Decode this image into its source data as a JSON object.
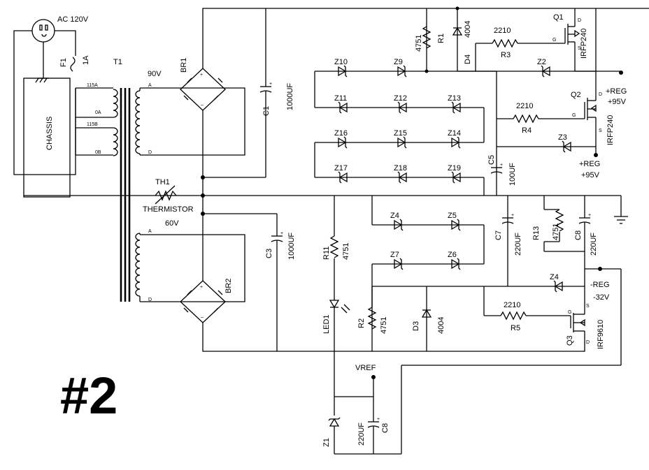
{
  "page_number": "#2",
  "input": {
    "ac_label": "AC 120V",
    "chassis_label": "CHASSIS",
    "fuse_label": "F1",
    "fuse_rating": "1A"
  },
  "transformer": {
    "label": "T1",
    "tap_115a": "115A",
    "tap_0a": "0A",
    "tap_115b": "115B",
    "tap_0b": "0B",
    "sec1_voltage": "90V",
    "sec2_voltage": "60V",
    "pin_a": "A",
    "pin_d": "D"
  },
  "bridges": {
    "br1": "BR1",
    "br2": "BR2",
    "plus": "+",
    "minus": "–"
  },
  "thermistor": {
    "ref": "TH1",
    "name": "THERMISTOR"
  },
  "capacitors": {
    "c1": {
      "ref": "C1",
      "value": "1000UF"
    },
    "c3": {
      "ref": "C3",
      "value": "1000UF"
    },
    "c5": {
      "ref": "C5",
      "value": "100UF"
    },
    "c7": {
      "ref": "C7",
      "value": "220UF"
    },
    "c8a": {
      "ref": "C8",
      "value": "220UF"
    },
    "c8b": {
      "ref": "C8",
      "value": "220UF"
    }
  },
  "resistors": {
    "r1": {
      "ref": "R1",
      "value": "4751"
    },
    "r3": {
      "ref": "R3",
      "value": "2210"
    },
    "r4": {
      "ref": "R4",
      "value": "2210"
    },
    "r5": {
      "ref": "R5",
      "value": "2210"
    },
    "r2": {
      "ref": "R2",
      "value": "4751"
    },
    "r11": {
      "ref": "R11",
      "value": "4751"
    },
    "r13": {
      "ref": "R13",
      "value": "4751"
    }
  },
  "diodes": {
    "d4": {
      "ref": "D4",
      "value": "4004"
    },
    "d3": {
      "ref": "D3",
      "value": "4004"
    },
    "led": "LED1"
  },
  "zeners": [
    "Z10",
    "Z9",
    "Z11",
    "Z12",
    "Z13",
    "Z16",
    "Z15",
    "Z14",
    "Z17",
    "Z18",
    "Z19",
    "Z2",
    "Z3",
    "Z4",
    "Z5",
    "Z7",
    "Z6",
    "Z4",
    "Z1"
  ],
  "transistors": {
    "q1": {
      "ref": "Q1",
      "part": "IRFP240"
    },
    "q2": {
      "ref": "Q2",
      "part": "IRFP240"
    },
    "q3": {
      "ref": "Q3",
      "part": "IRF9610"
    },
    "pin_d": "D",
    "pin_g": "G",
    "pin_s": "S"
  },
  "outputs": {
    "reg1_a": "+REG",
    "reg1_b": "+95V",
    "reg2_a": "+REG",
    "reg2_b": "+95V",
    "neg_a": "-REG",
    "neg_b": "-32V",
    "vref": "VREF"
  }
}
